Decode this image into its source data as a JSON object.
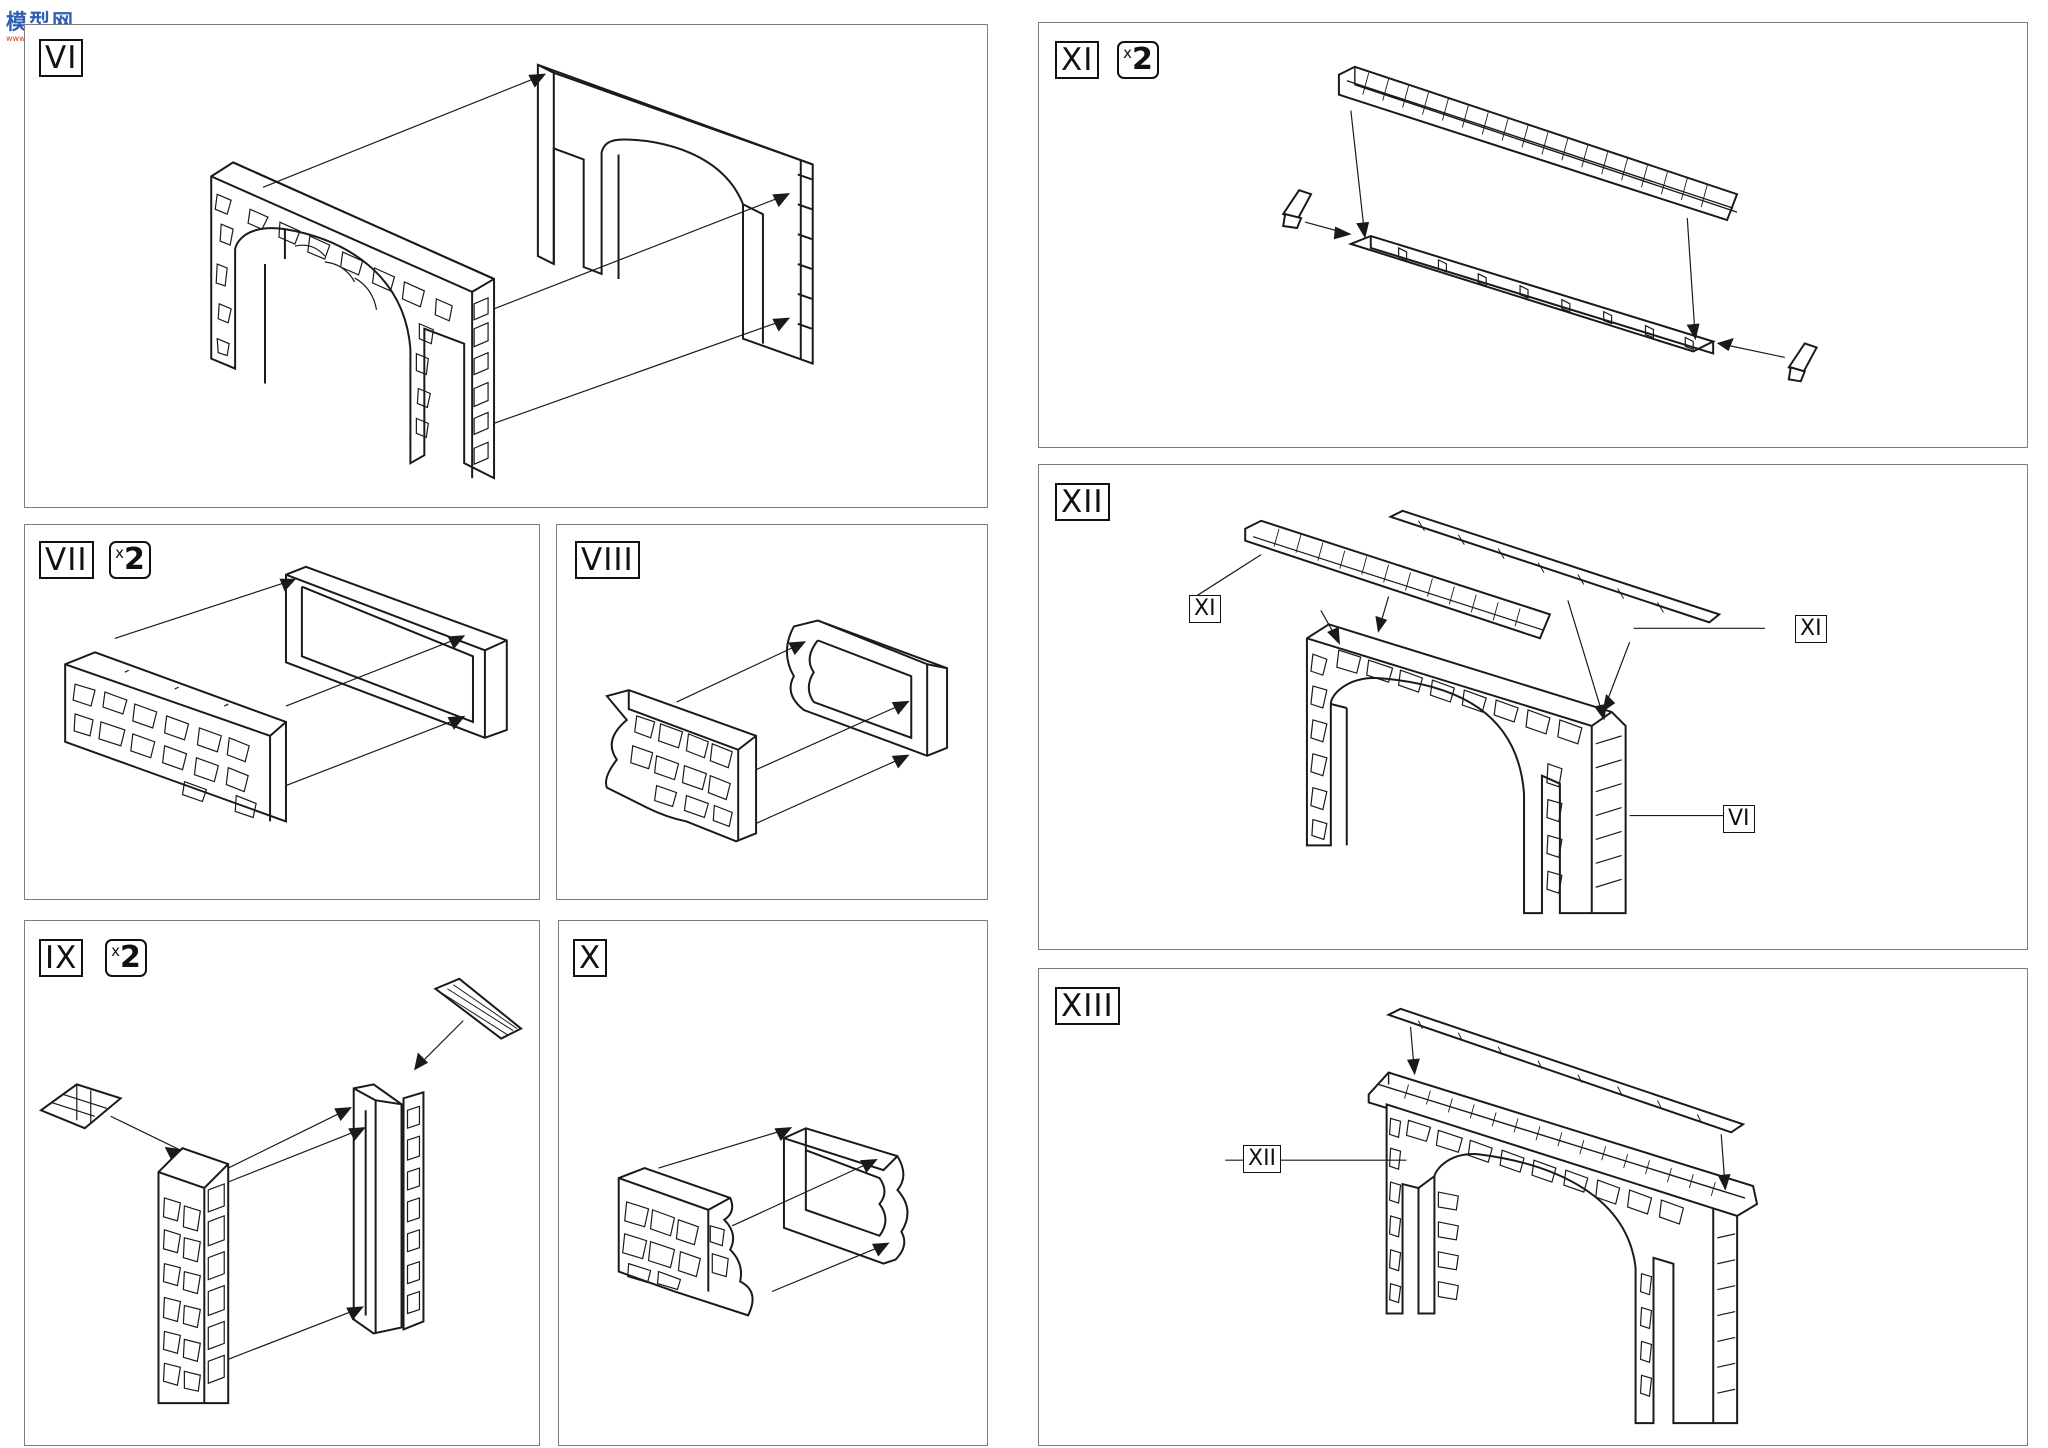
{
  "watermark": {
    "text": "模型网",
    "subtext": "www.moxing.net"
  },
  "panels": [
    {
      "id": "VI",
      "label": "VI",
      "quantity": null
    },
    {
      "id": "VII",
      "label": "VII",
      "quantity": "2"
    },
    {
      "id": "VIII",
      "label": "VIII",
      "quantity": null
    },
    {
      "id": "IX",
      "label": "IX",
      "quantity": "2"
    },
    {
      "id": "X",
      "label": "X",
      "quantity": null
    },
    {
      "id": "XI",
      "label": "XI",
      "quantity": "2"
    },
    {
      "id": "XII",
      "label": "XII",
      "quantity": null,
      "callouts": [
        "XI",
        "XI",
        "VI"
      ]
    },
    {
      "id": "XIII",
      "label": "XIII",
      "quantity": null,
      "callouts": [
        "XII"
      ]
    }
  ],
  "quantity_prefix": "x",
  "colors": {
    "line": "#1a1a1a",
    "border": "#7d7d7d",
    "stone": "#ffffff"
  }
}
